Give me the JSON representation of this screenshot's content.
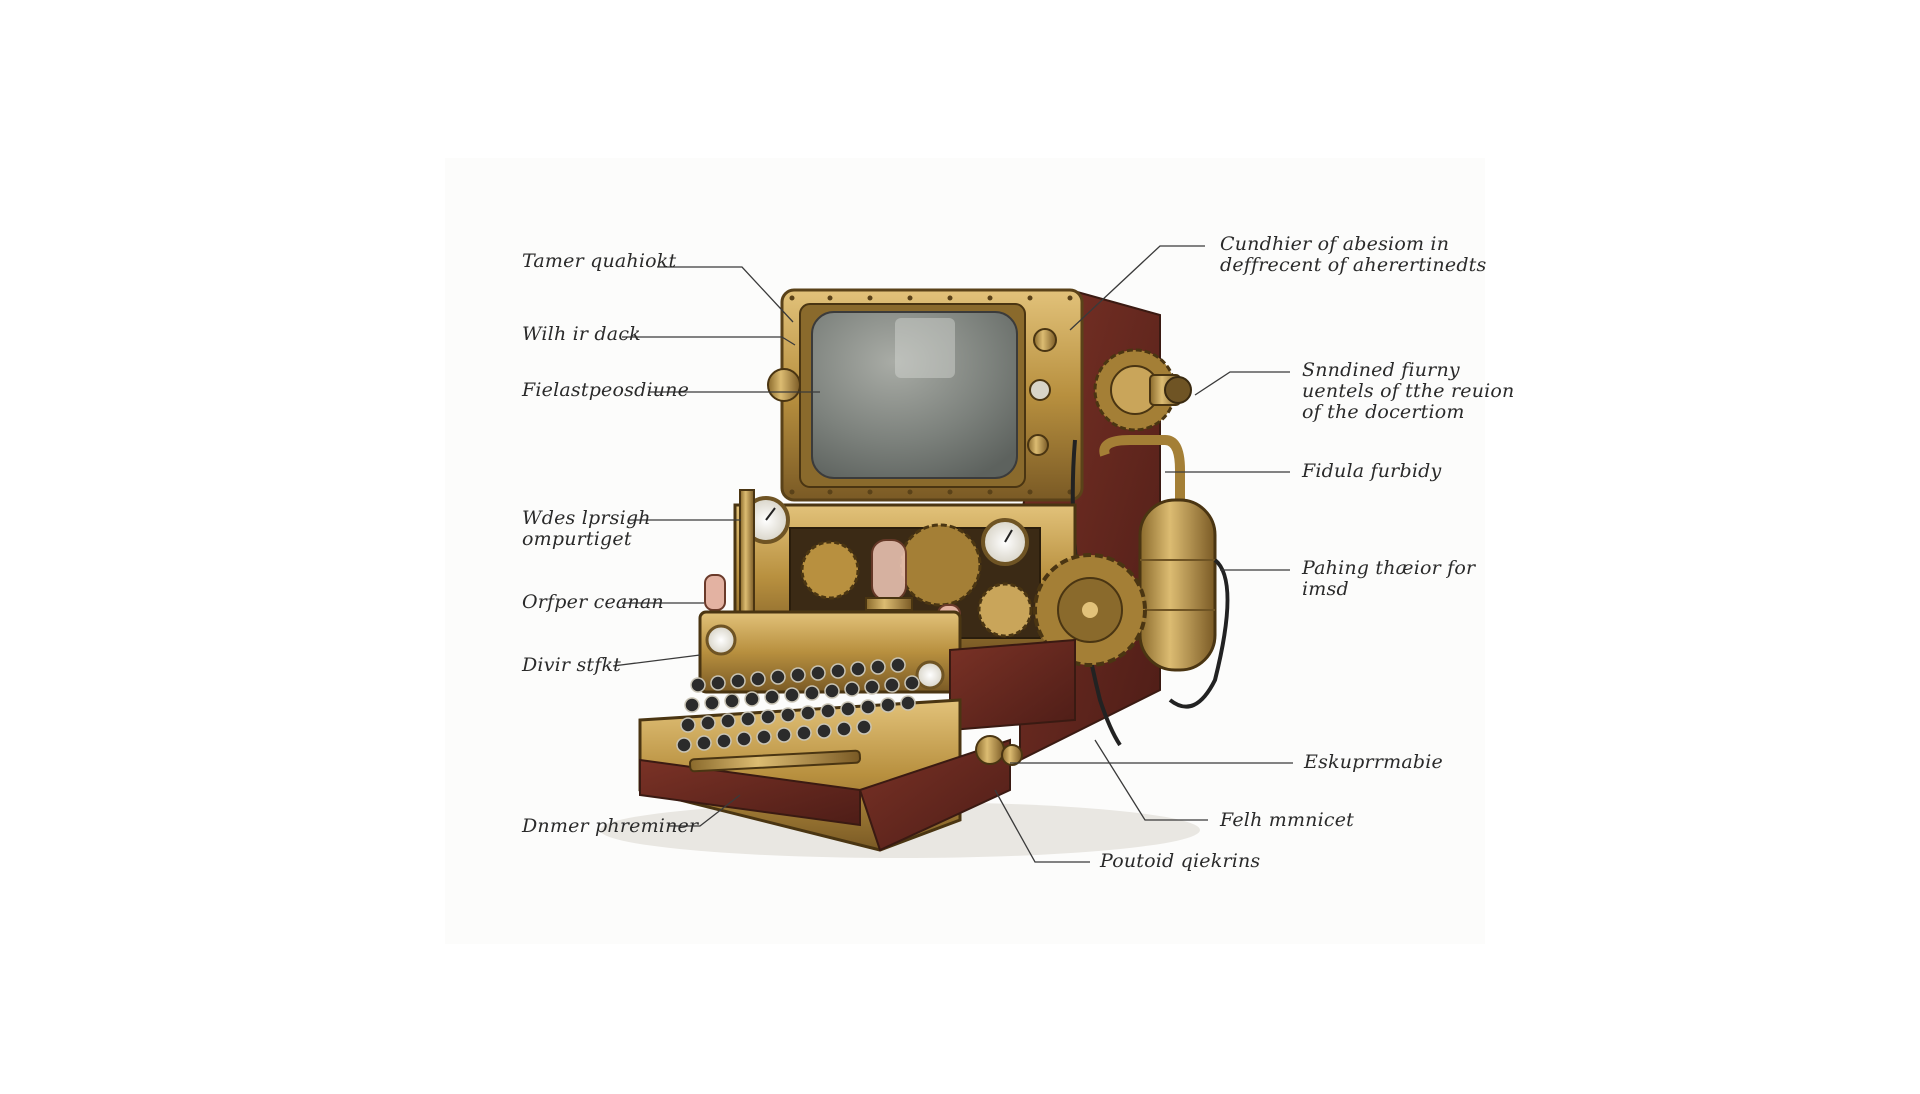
{
  "diagram": {
    "labels": {
      "l1": "Tamer quahiokt",
      "l2": "Wilh ir dack",
      "l3": "Fielastpeosdiune",
      "l4": "Wdes lprsigh\nompurtiget",
      "l5": "Orfper ceanan",
      "l6": "Divir stfkt",
      "l7": "Dnmer phreminer",
      "r1": "Cundhier of abesiom in\ndeffrecent of aherertinedts",
      "r2": "Snndined fiurny\nuentels of tthe reuion\nof the docertiom",
      "r3": "Fidula furbidy",
      "r4": "Pahing thæior for\nimsd",
      "r5": "Eskuprrmabie",
      "r6": "Felh mmnicet",
      "r7": "Poutoid qiekrins"
    }
  },
  "colors": {
    "brass": "#b8903f",
    "brass_dark": "#6f5424",
    "mahogany": "#6b2a22",
    "screen": "#7f847f",
    "key": "#2b2b2b"
  }
}
